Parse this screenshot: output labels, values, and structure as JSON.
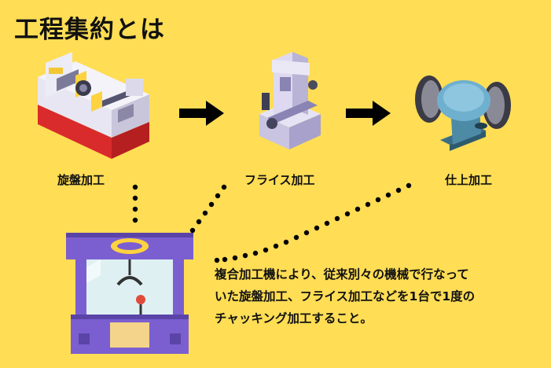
{
  "title": "工程集約とは",
  "stages": [
    {
      "label": "旋盤加工",
      "icon": "lathe-machine-icon"
    },
    {
      "label": "フライス加工",
      "icon": "milling-machine-icon"
    },
    {
      "label": "仕上加工",
      "icon": "bench-grinder-icon"
    }
  ],
  "description": {
    "line1": "複合加工機により、従来別々の機械で行なって",
    "line2": "いた旋盤加工、フライス加工などを1台で1度の",
    "line3": "チャッキング加工すること。"
  },
  "colors": {
    "background": "#ffdd55",
    "text": "#111111",
    "arrow": "#000000",
    "accent": "#7b5fd0"
  }
}
